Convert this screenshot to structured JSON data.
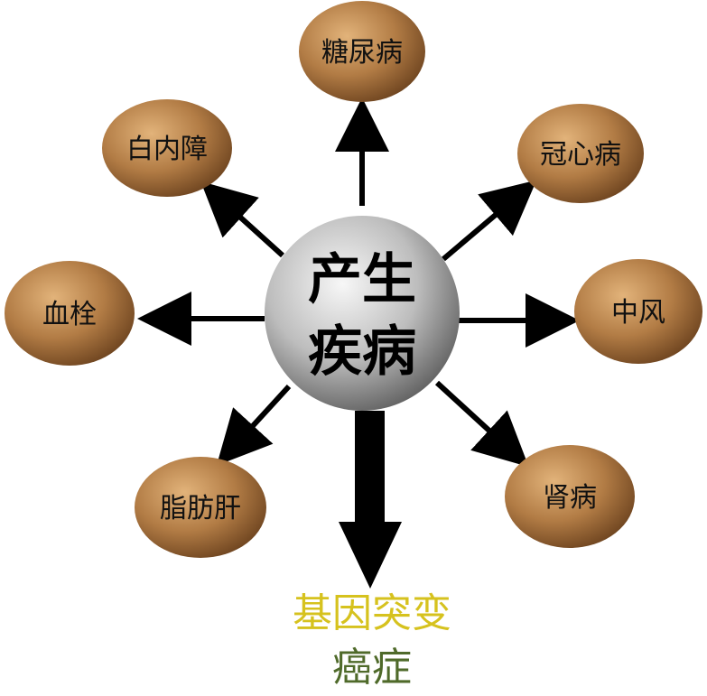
{
  "center": {
    "line1": "产生",
    "line2": "疾病"
  },
  "nodes": {
    "diabetes": "糖尿病",
    "cataract": "白内障",
    "coronary": "冠心病",
    "thrombus": "血栓",
    "stroke": "中风",
    "fatty_liver": "脂肪肝",
    "kidney": "肾病"
  },
  "bottom": {
    "mutation": "基因突变",
    "cancer": "癌症"
  },
  "colors": {
    "node_fill_light": "#d9a56a",
    "node_fill_dark": "#7a4f24",
    "center_light": "#f4f4f4",
    "center_dark": "#6c6c6c",
    "arrow": "#000000",
    "mutation_text": "#d6c21e",
    "cancer_text": "#4f6a2a"
  }
}
